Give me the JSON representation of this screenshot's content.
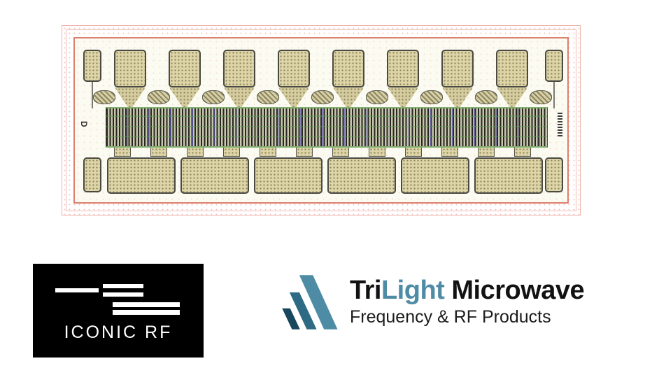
{
  "die": {
    "left_label": "D",
    "top_pad_count": 8,
    "bottom_pad_count": 6,
    "hatch_count": 9,
    "tab_count": 12,
    "colors": {
      "pad_fill": "#ddd5a8",
      "frame_red": "#dc7f6f",
      "frame_pink": "#f0bcb4",
      "finger_dark": "#26261f",
      "green_line": "#7fae6d",
      "blue_line": "#4646be"
    }
  },
  "logos": {
    "iconic": {
      "text": "ICONIC RF",
      "background": "#000000",
      "foreground": "#ffffff"
    },
    "trilight": {
      "brand_prefix": "Tri",
      "brand_highlight": "Light",
      "brand_suffix": " Microwave",
      "tagline": "Frequency & RF Products",
      "accent": "#4e8ca6",
      "accent_mid": "#2e6a84",
      "accent_dark": "#16475c"
    }
  }
}
